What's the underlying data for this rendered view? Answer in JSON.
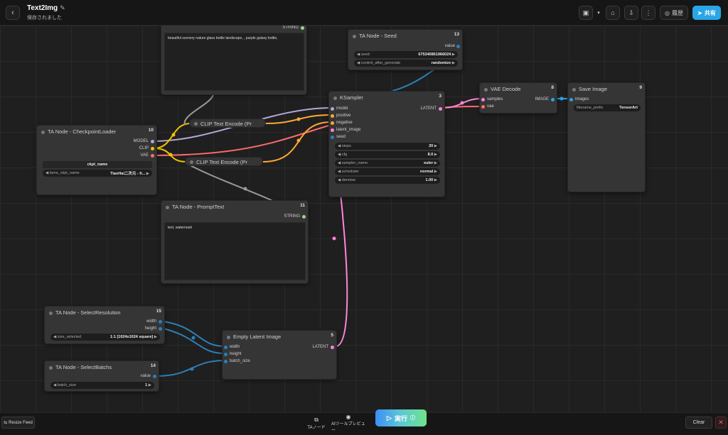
{
  "header": {
    "title": "Text2Img",
    "subtitle": "保存されました",
    "history_label": "履歴",
    "share_label": "共有"
  },
  "nodes": {
    "prompt_top": {
      "output": "STRING",
      "text": "beautiful scenery nature glass bottle landscape, , purple galaxy bottle,"
    },
    "seed": {
      "title": "TA Node - Seed",
      "id": "13",
      "output": "value",
      "w1_label": "seed",
      "w1_value": "675340861966024",
      "w2_label": "control_after_generate",
      "w2_value": "randomize"
    },
    "ksampler": {
      "title": "KSampler",
      "id": "3",
      "inputs": [
        "model",
        "positive",
        "negative",
        "latent_image",
        "seed"
      ],
      "output": "LATENT",
      "widgets": [
        {
          "label": "steps",
          "value": "20"
        },
        {
          "label": "cfg",
          "value": "8.0"
        },
        {
          "label": "sampler_name",
          "value": "euler"
        },
        {
          "label": "scheduler",
          "value": "normal"
        },
        {
          "label": "denoise",
          "value": "1.00"
        }
      ]
    },
    "vae_decode": {
      "title": "VAE Decode",
      "id": "8",
      "inputs": [
        "samples",
        "vae"
      ],
      "output": "IMAGE"
    },
    "save_image": {
      "title": "Save Image",
      "id": "9",
      "input": "images",
      "w_label": "filename_prefix",
      "w_value": "TensorArt"
    },
    "clip_pos": {
      "title": "CLIP Text Encode (Pr"
    },
    "clip_neg": {
      "title": "CLIP Text Encode (Pr"
    },
    "checkpoint": {
      "title": "TA Node - CheckpointLoader",
      "id": "10",
      "outputs": [
        "MODEL",
        "CLIP",
        "VAE"
      ],
      "ckpt_name": "ckpt_name",
      "w_label": "tams_ckpt_name",
      "w_value": "TianHai二次元 - fi..."
    },
    "prompt_text": {
      "title": "TA Node - PromptText",
      "id": "11",
      "output": "STRING",
      "text": "text, watermark"
    },
    "select_res": {
      "title": "TA Node - SelectResolution",
      "id": "15",
      "outputs": [
        "width",
        "height"
      ],
      "w_label": "size_selected",
      "w_value": "1:1 [1024x1024 square]"
    },
    "empty_latent": {
      "title": "Empty Latent Image",
      "id": "5",
      "inputs": [
        "width",
        "height",
        "batch_size"
      ],
      "output": "LATENT"
    },
    "select_batch": {
      "title": "TA Node - SelectBatchs",
      "id": "14",
      "output": "value",
      "w_label": "batch_size",
      "w_value": "1"
    }
  },
  "footer": {
    "resize_feed": "Resize Feed",
    "ta_node": "TAノード",
    "ai_tool": "AIツールプレビュー",
    "run": "実行",
    "clear": "Clear"
  },
  "colors": {
    "accent": "#2aa6e6",
    "run_start": "#3d8ff7",
    "run_end": "#6fe38a",
    "model_wire": "#b7a6d8",
    "clip_wire": "#f2c200",
    "vae_wire": "#ff6b6b",
    "latent_wire": "#ff85d8",
    "cond_wire": "#ffa931",
    "int_wire": "#2c7fb8"
  }
}
